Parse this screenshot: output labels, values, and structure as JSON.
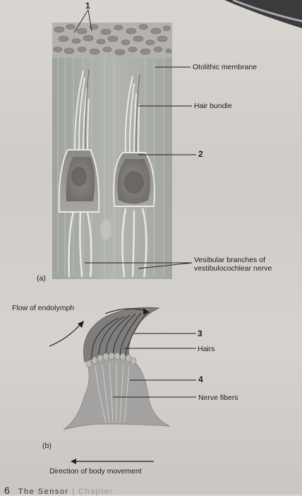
{
  "panel_a": {
    "tag": "(a)",
    "number_1": "1",
    "number_2": "2",
    "otolithic_membrane": "Otolithic membrane",
    "hair_bundle": "Hair bundle",
    "nerve_line1": "Vesibular branches of",
    "nerve_line2": "vestibulocochlear nerve"
  },
  "panel_b": {
    "tag": "(b)",
    "flow": "Flow of endolymph",
    "number_3": "3",
    "hairs": "Hairs",
    "number_4": "4",
    "nerve_fibers": "Nerve fibers",
    "direction": "Direction of body movement"
  },
  "footer": {
    "page": "6",
    "text": "The Sensor",
    "faint": "| Chapter"
  }
}
